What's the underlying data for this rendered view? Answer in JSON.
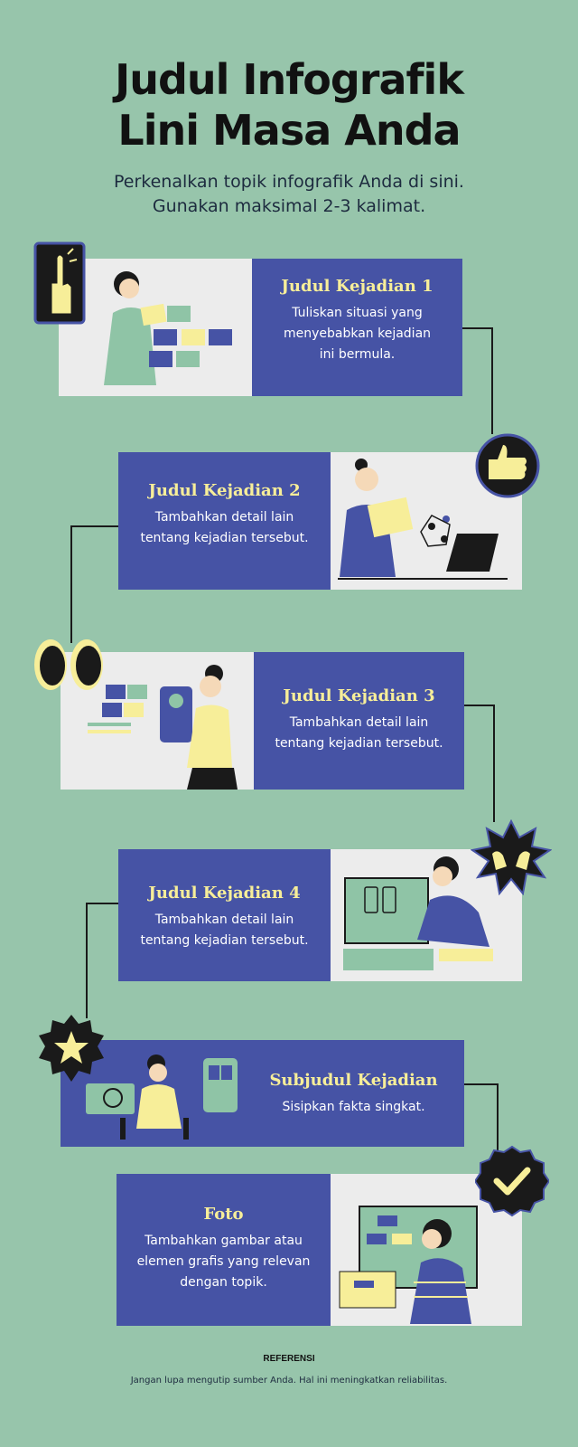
{
  "title_line1": "Judul Infografik",
  "title_line2": "Lini Masa Anda",
  "intro": "Perkenalkan topik infografik Anda di sini. Gunakan maksimal 2-3 kalimat.",
  "events": [
    {
      "title": "Judul Kejadian 1",
      "body": "Tuliskan situasi yang menyebabkan kejadian ini bermula."
    },
    {
      "title": "Judul Kejadian 2",
      "body": "Tambahkan detail lain tentang kejadian tersebut."
    },
    {
      "title": "Judul Kejadian 3",
      "body": "Tambahkan detail lain tentang kejadian tersebut."
    },
    {
      "title": "Judul Kejadian 4",
      "body": "Tambahkan detail lain tentang kejadian tersebut."
    },
    {
      "title": "Subjudul Kejadian",
      "body": "Sisipkan fakta singkat."
    },
    {
      "title": "Foto",
      "body": "Tambahkan gambar atau elemen grafis yang relevan dengan topik."
    }
  ],
  "footer": {
    "title": "REFERENSI",
    "body": "Jangan lupa mengutip sumber Anda. Hal ini meningkatkan reliabilitas."
  },
  "colors": {
    "background": "#97c5ab",
    "panel_blue": "#4653a5",
    "panel_grey": "#ececec",
    "accent_yellow": "#f7ee99",
    "dark": "#1a1a1a"
  },
  "icons": [
    "pointing-finger-icon",
    "thumbs-up-icon",
    "eyes-icon",
    "hands-burst-icon",
    "star-badge-icon",
    "check-badge-icon"
  ]
}
